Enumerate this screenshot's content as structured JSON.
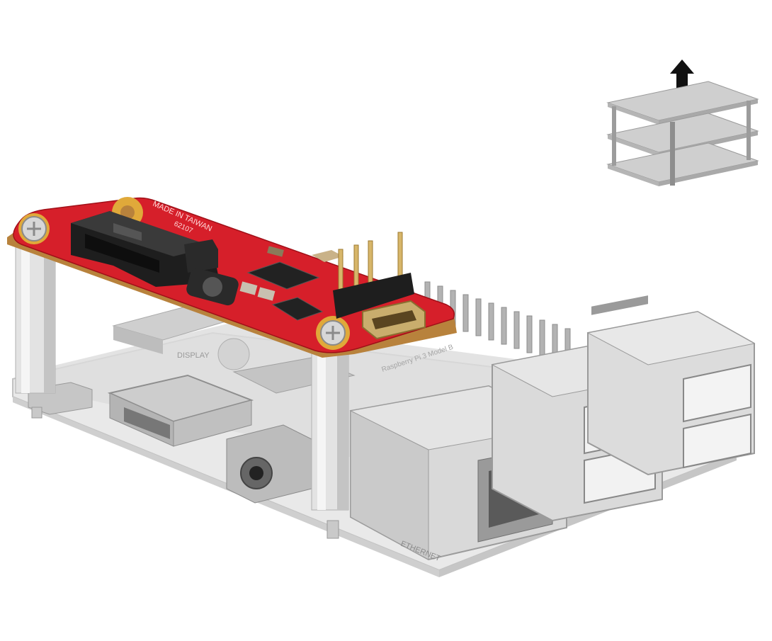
{
  "scene": {
    "subject": "adapter board on single-board computer",
    "colors": {
      "background": "#ffffff",
      "board_red": "#d61f2a",
      "board_edge": "#b07a35",
      "connector_black": "#1e1e1e",
      "base_grey": "#c8c8c8",
      "metal": "#b9b9b9"
    }
  },
  "board_text": {
    "made_in": "MADE IN TAIWAN",
    "part_no": "62107",
    "base_logo": "DISPLAY",
    "base_label": "ETHERNET",
    "base_model": "Raspberry Pi 3 Model B"
  },
  "stack_icon": {
    "icon": "stacked-layers-arrow-up-icon"
  }
}
